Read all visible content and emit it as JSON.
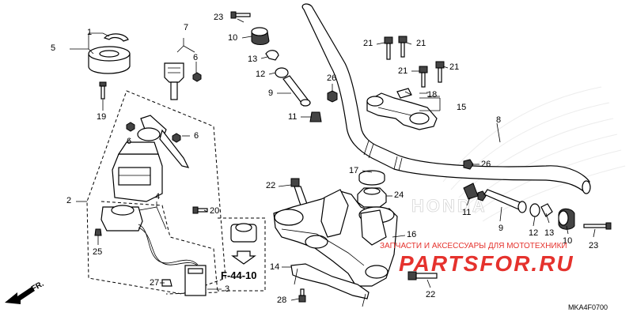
{
  "callouts": {
    "c1": "1",
    "c5": "5",
    "c7": "7",
    "c6a": "6",
    "c19": "19",
    "c23a": "23",
    "c10a": "10",
    "c13a": "13",
    "c12a": "12",
    "c9a": "9",
    "c11a": "11",
    "c26a": "26",
    "c21a": "21",
    "c21b": "21",
    "c21c": "21",
    "c21d": "21",
    "c18": "18",
    "c15": "15",
    "c8": "8",
    "c26b": "26",
    "c17": "17",
    "c22a": "22",
    "c24": "24",
    "c2": "2",
    "c6b": "6",
    "c6c": "6",
    "c4": "4",
    "c20": "20",
    "c25": "25",
    "c27": "27",
    "c3": "3",
    "c14": "14",
    "c28": "28",
    "c16": "16",
    "c22b": "22",
    "c11b": "11",
    "c9b": "9",
    "c12b": "12",
    "c13b": "13",
    "c10b": "10",
    "c23b": "23"
  },
  "ref_label": "F-44-10",
  "front_label": "FR.",
  "watermark": {
    "line1": "ЗАПЧАСТИ И АКСЕССУАРЫ ДЛЯ МОТОТЕХНИКИ",
    "line2": "PARTSFOR.RU",
    "brand": "HONDA"
  },
  "diagram_code": "MKA4F0700",
  "colors": {
    "watermark_red": "#e5322d",
    "outline": "#000000"
  }
}
